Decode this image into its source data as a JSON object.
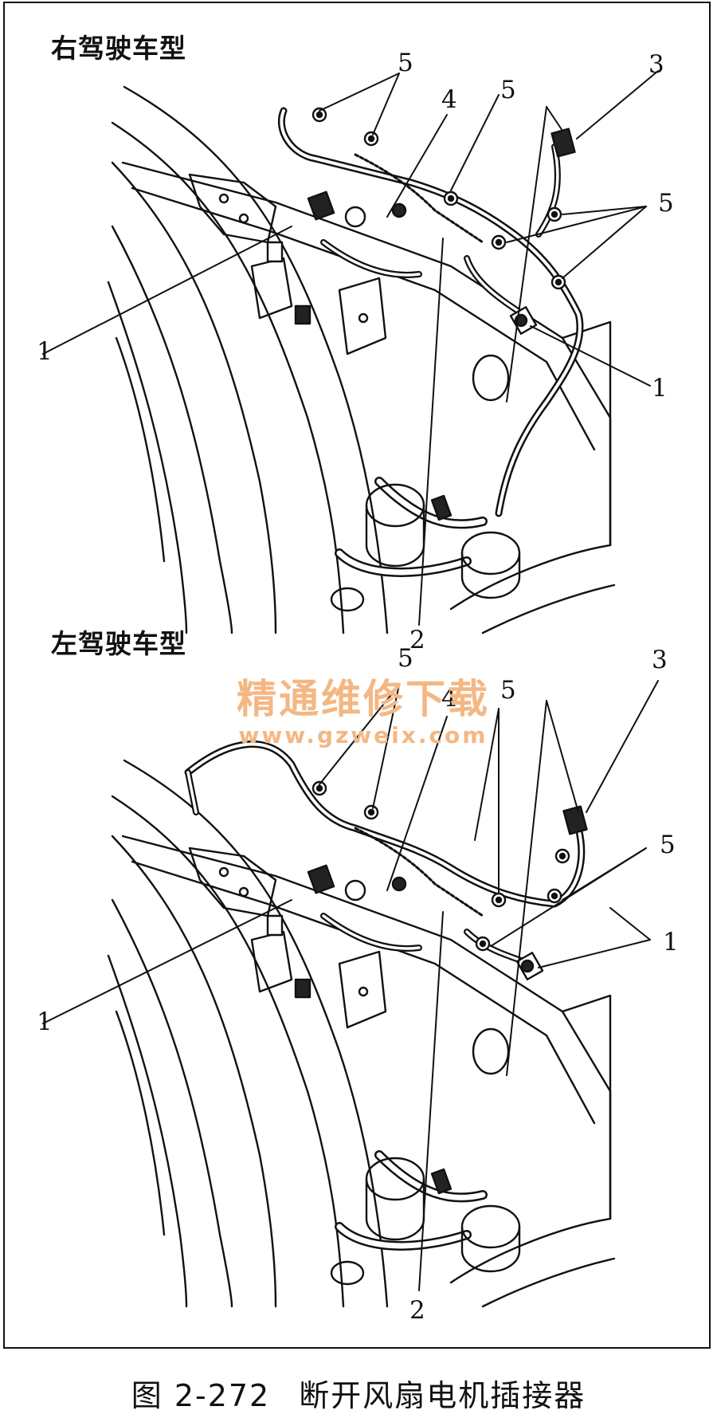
{
  "panels": [
    {
      "title": "右驾驶车型",
      "callouts": {
        "c1a": "1",
        "c1b": "1",
        "c2": "2",
        "c3": "3",
        "c4": "4",
        "c5a": "5",
        "c5b": "5",
        "c5c": "5"
      }
    },
    {
      "title": "左驾驶车型",
      "callouts": {
        "c1a": "1",
        "c1b": "1",
        "c2": "2",
        "c3": "3",
        "c4": "4",
        "c5a": "5",
        "c5b": "5",
        "c5c": "5"
      }
    }
  ],
  "watermark": {
    "text": "精通维修下载",
    "url": "www.gzweix.com"
  },
  "caption": {
    "figure_no": "图 2-272",
    "title": "断开风扇电机插接器"
  }
}
